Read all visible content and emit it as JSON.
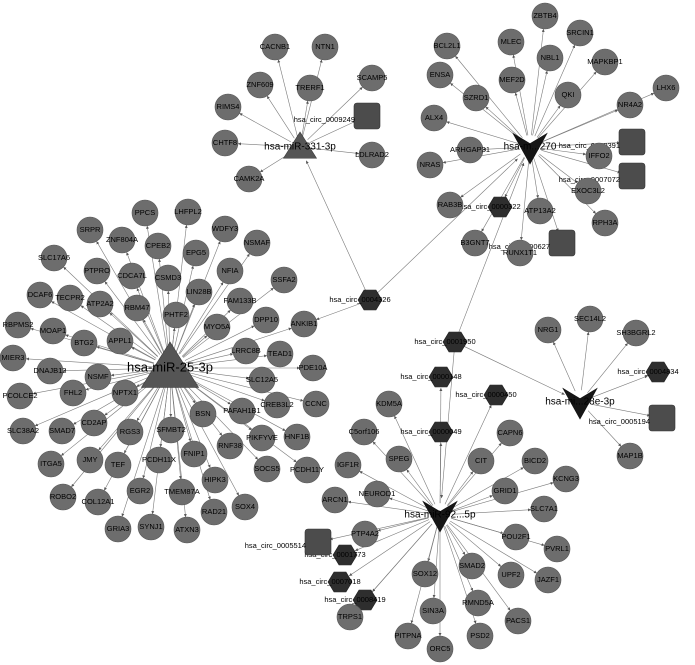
{
  "diagram": {
    "title": "",
    "colors": {
      "gene": "#6d6d6d",
      "circrna": "#2e2e2e",
      "circrna_box": "#4c4c4c",
      "mirna_large": "#555555",
      "mirna": "#161616",
      "edge": "#7a7a7a",
      "label": "#000000"
    },
    "nodes": [
      {
        "id": "mir25",
        "label": "hsa-miR-25-3p",
        "shape": "tri"
      },
      {
        "id": "mir331",
        "label": "hsa-miR-331-3p",
        "shape": "tri"
      },
      {
        "id": "mir270",
        "label": "hsa-m...270",
        "shape": "vee"
      },
      {
        "id": "mir92",
        "label": "hsa-miR-92...5p",
        "shape": "vee"
      },
      {
        "id": "mir28",
        "label": "hsa-mi...28e-3p",
        "shape": "vee"
      },
      {
        "id": "c4326",
        "label": "hsa_circ_0004326",
        "shape": "hex"
      },
      {
        "id": "c1950",
        "label": "hsa_circ_0001950",
        "shape": "hex"
      },
      {
        "id": "c0322",
        "label": "hsa_circ_0000322",
        "shape": "hex"
      },
      {
        "id": "c0148",
        "label": "hsa_circ_0000148",
        "shape": "hex"
      },
      {
        "id": "c0450",
        "label": "hsa_circ_0000450",
        "shape": "hex"
      },
      {
        "id": "c0049",
        "label": "hsa_circ_0000049",
        "shape": "hex"
      },
      {
        "id": "c1773",
        "label": "hsa_circ_0001773",
        "shape": "hex"
      },
      {
        "id": "c7018",
        "label": "hsa_circ_0007018",
        "shape": "hex"
      },
      {
        "id": "c8419",
        "label": "hsa_circ_0008419",
        "shape": "hex"
      },
      {
        "id": "c4834",
        "label": "hsa_circ_0004834",
        "shape": "hex"
      },
      {
        "id": "c9249",
        "label": "hsa_circ_0009249",
        "shape": "square"
      },
      {
        "id": "c0391",
        "label": "hsa_circ_0000391",
        "shape": "square"
      },
      {
        "id": "c7072",
        "label": "hsa_circ_0007072",
        "shape": "square"
      },
      {
        "id": "c0627",
        "label": "hsa_circ_0000627",
        "shape": "square"
      },
      {
        "id": "c5514",
        "label": "hsa_circ_0005514",
        "shape": "square"
      },
      {
        "id": "c5194",
        "label": "hsa_circ_0005194",
        "shape": "square"
      },
      {
        "id": "CACNB1",
        "label": "CACNB1"
      },
      {
        "id": "NTN1",
        "label": "NTN1"
      },
      {
        "id": "ZNF609",
        "label": "ZNF609"
      },
      {
        "id": "SCAMP5",
        "label": "SCAMP5"
      },
      {
        "id": "TRERF1",
        "label": "TRERF1"
      },
      {
        "id": "RIMS4",
        "label": "RIMS4"
      },
      {
        "id": "CHTF8",
        "label": "CHTF8"
      },
      {
        "id": "LDLRAD2",
        "label": "LDLRAD2"
      },
      {
        "id": "CAMK2A",
        "label": "CAMK2A"
      },
      {
        "id": "ZBTB4",
        "label": "ZBTB4"
      },
      {
        "id": "BCL2L1",
        "label": "BCL2L1"
      },
      {
        "id": "MLEC",
        "label": "MLEC"
      },
      {
        "id": "SRCIN1",
        "label": "SRCIN1"
      },
      {
        "id": "NBL1",
        "label": "NBL1"
      },
      {
        "id": "ENSA",
        "label": "ENSA"
      },
      {
        "id": "MEF2D",
        "label": "MEF2D"
      },
      {
        "id": "MAPKBP1",
        "label": "MAPKBP1"
      },
      {
        "id": "SZRD1",
        "label": "SZRD1"
      },
      {
        "id": "QKI",
        "label": "QKI"
      },
      {
        "id": "LHX6",
        "label": "LHX6"
      },
      {
        "id": "NR4A2",
        "label": "NR4A2"
      },
      {
        "id": "ALX4",
        "label": "ALX4"
      },
      {
        "id": "ARHGAP31",
        "label": "ARHGAP31"
      },
      {
        "id": "IFFO2",
        "label": "IFFO2"
      },
      {
        "id": "NRAS",
        "label": "NRAS"
      },
      {
        "id": "EXOC3L2",
        "label": "EXOC3L2"
      },
      {
        "id": "RAB3B",
        "label": "RAB3B"
      },
      {
        "id": "ATP13A2",
        "label": "ATP13A2"
      },
      {
        "id": "RPH3A",
        "label": "RPH3A"
      },
      {
        "id": "B3GNT7",
        "label": "B3GNT7"
      },
      {
        "id": "RUNX1T1",
        "label": "RUNX1T1"
      },
      {
        "id": "PPCS",
        "label": "PPCS"
      },
      {
        "id": "LHFPL2",
        "label": "LHFPL2"
      },
      {
        "id": "SRPR",
        "label": "SRPR"
      },
      {
        "id": "ZNF804A",
        "label": "ZNF804A"
      },
      {
        "id": "CPEB2",
        "label": "CPEB2"
      },
      {
        "id": "WDFY3",
        "label": "WDFY3"
      },
      {
        "id": "EPG5",
        "label": "EPG5"
      },
      {
        "id": "NSMAF",
        "label": "NSMAF"
      },
      {
        "id": "SLC17A6",
        "label": "SLC17A6"
      },
      {
        "id": "PTPRO",
        "label": "PTPRO"
      },
      {
        "id": "CDCA7L",
        "label": "CDCA7L"
      },
      {
        "id": "CSMD3",
        "label": "CSMD3"
      },
      {
        "id": "NFIA",
        "label": "NFIA"
      },
      {
        "id": "LIN28B",
        "label": "LIN28B"
      },
      {
        "id": "SSFA2",
        "label": "SSFA2"
      },
      {
        "id": "DCAF6",
        "label": "DCAF6"
      },
      {
        "id": "TECPR2",
        "label": "TECPR2"
      },
      {
        "id": "ATP2A2",
        "label": "ATP2A2"
      },
      {
        "id": "RBM47",
        "label": "RBM47"
      },
      {
        "id": "FAM133B",
        "label": "FAM133B"
      },
      {
        "id": "RBPMS2",
        "label": "RBPMS2"
      },
      {
        "id": "MOAP1",
        "label": "MOAP1"
      },
      {
        "id": "PHTF2",
        "label": "PHTF2"
      },
      {
        "id": "MYO5A",
        "label": "MYO5A"
      },
      {
        "id": "DPP10",
        "label": "DPP10"
      },
      {
        "id": "ANKIB1",
        "label": "ANKIB1"
      },
      {
        "id": "BTG2",
        "label": "BTG2"
      },
      {
        "id": "APPL1",
        "label": "APPL1"
      },
      {
        "id": "LRRC8B",
        "label": "LRRC8B"
      },
      {
        "id": "TEAD1",
        "label": "TEAD1"
      },
      {
        "id": "MIER3",
        "label": "MIER3"
      },
      {
        "id": "DNAJB12",
        "label": "DNAJB12"
      },
      {
        "id": "NSMF",
        "label": "NSMF"
      },
      {
        "id": "PDE10A",
        "label": "PDE10A"
      },
      {
        "id": "FHL2",
        "label": "FHL2"
      },
      {
        "id": "SLC12A5",
        "label": "SLC12A5"
      },
      {
        "id": "PCOLCE2",
        "label": "PCOLCE2"
      },
      {
        "id": "NPTX1",
        "label": "NPTX1"
      },
      {
        "id": "PAFAH1B1",
        "label": "PAFAH1B1"
      },
      {
        "id": "CREB3L2",
        "label": "CREB3L2"
      },
      {
        "id": "CCNC",
        "label": "CCNC"
      },
      {
        "id": "SLC38A2",
        "label": "SLC38A2"
      },
      {
        "id": "SMAD7",
        "label": "SMAD7"
      },
      {
        "id": "CD2AP",
        "label": "CD2AP"
      },
      {
        "id": "SFMBT2",
        "label": "SFMBT2"
      },
      {
        "id": "BSN",
        "label": "BSN"
      },
      {
        "id": "HNF1B",
        "label": "HNF1B"
      },
      {
        "id": "RGS3",
        "label": "RGS3"
      },
      {
        "id": "ITGA5",
        "label": "ITGA5"
      },
      {
        "id": "JMY",
        "label": "JMY"
      },
      {
        "id": "PIKFYVE",
        "label": "PIKFYVE"
      },
      {
        "id": "RNF38",
        "label": "RNF38"
      },
      {
        "id": "FNIP1",
        "label": "FNIP1"
      },
      {
        "id": "TEF",
        "label": "TEF"
      },
      {
        "id": "PCDH11X",
        "label": "PCDH11X"
      },
      {
        "id": "PCDH11Y",
        "label": "PCDH11Y"
      },
      {
        "id": "ROBO2",
        "label": "ROBO2"
      },
      {
        "id": "COL12A1",
        "label": "COL12A1"
      },
      {
        "id": "EGR2",
        "label": "EGR2"
      },
      {
        "id": "SOCS5",
        "label": "SOCS5"
      },
      {
        "id": "HIPK3",
        "label": "HIPK3"
      },
      {
        "id": "TMEM87A",
        "label": "TMEM87A"
      },
      {
        "id": "SOX4",
        "label": "SOX4"
      },
      {
        "id": "RAD21",
        "label": "RAD21"
      },
      {
        "id": "GRIA3",
        "label": "GRIA3"
      },
      {
        "id": "SYNJ1",
        "label": "SYNJ1"
      },
      {
        "id": "ATXN3",
        "label": "ATXN3"
      },
      {
        "id": "KDM5A",
        "label": "KDM5A"
      },
      {
        "id": "C5orf106",
        "label": "C5orf106"
      },
      {
        "id": "CAPN6",
        "label": "CAPN6"
      },
      {
        "id": "IGF1R",
        "label": "IGF1R"
      },
      {
        "id": "SPEG",
        "label": "SPEG"
      },
      {
        "id": "CIT",
        "label": "CIT"
      },
      {
        "id": "BICD2",
        "label": "BICD2"
      },
      {
        "id": "KCNG3",
        "label": "KCNG3"
      },
      {
        "id": "ARCN1",
        "label": "ARCN1"
      },
      {
        "id": "NEUROD1",
        "label": "NEUROD1"
      },
      {
        "id": "GRID1",
        "label": "GRID1"
      },
      {
        "id": "SLC7A1",
        "label": "SLC7A1"
      },
      {
        "id": "PTP4A2",
        "label": "PTP4A2"
      },
      {
        "id": "POU2F1",
        "label": "POU2F1"
      },
      {
        "id": "PVRL1",
        "label": "PVRL1"
      },
      {
        "id": "SOX12",
        "label": "SOX12"
      },
      {
        "id": "SMAD2",
        "label": "SMAD2"
      },
      {
        "id": "UPF2",
        "label": "UPF2"
      },
      {
        "id": "JAZF1",
        "label": "JAZF1"
      },
      {
        "id": "TRPS1",
        "label": "TRPS1"
      },
      {
        "id": "SIN3A",
        "label": "SIN3A"
      },
      {
        "id": "RMND5A",
        "label": "RMND5A"
      },
      {
        "id": "PACS1",
        "label": "PACS1"
      },
      {
        "id": "PITPNA",
        "label": "PITPNA"
      },
      {
        "id": "PSD2",
        "label": "PSD2"
      },
      {
        "id": "ORC5",
        "label": "ORC5"
      },
      {
        "id": "NRG1",
        "label": "NRG1"
      },
      {
        "id": "SEC14L2",
        "label": "SEC14L2"
      },
      {
        "id": "SH3BGRL2",
        "label": "SH3BGRL2"
      },
      {
        "id": "MAP1B",
        "label": "MAP1B"
      }
    ],
    "edges": [
      [
        "mir331",
        "CACNB1"
      ],
      [
        "mir331",
        "NTN1"
      ],
      [
        "mir331",
        "ZNF609"
      ],
      [
        "mir331",
        "SCAMP5"
      ],
      [
        "mir331",
        "TRERF1"
      ],
      [
        "mir331",
        "RIMS4"
      ],
      [
        "mir331",
        "CHTF8"
      ],
      [
        "mir331",
        "LDLRAD2"
      ],
      [
        "mir331",
        "CAMK2A"
      ],
      [
        "mir331",
        "c9249"
      ],
      [
        "c4326",
        "mir331"
      ],
      [
        "mir270",
        "ZBTB4"
      ],
      [
        "mir270",
        "BCL2L1"
      ],
      [
        "mir270",
        "MLEC"
      ],
      [
        "mir270",
        "SRCIN1"
      ],
      [
        "mir270",
        "NBL1"
      ],
      [
        "mir270",
        "ENSA"
      ],
      [
        "mir270",
        "MEF2D"
      ],
      [
        "mir270",
        "MAPKBP1"
      ],
      [
        "mir270",
        "SZRD1"
      ],
      [
        "mir270",
        "QKI"
      ],
      [
        "mir270",
        "LHX6"
      ],
      [
        "mir270",
        "NR4A2"
      ],
      [
        "mir270",
        "ALX4"
      ],
      [
        "mir270",
        "ARHGAP31"
      ],
      [
        "mir270",
        "IFFO2"
      ],
      [
        "mir270",
        "NRAS"
      ],
      [
        "mir270",
        "EXOC3L2"
      ],
      [
        "mir270",
        "RAB3B"
      ],
      [
        "mir270",
        "ATP13A2"
      ],
      [
        "mir270",
        "RPH3A"
      ],
      [
        "mir270",
        "B3GNT7"
      ],
      [
        "mir270",
        "RUNX1T1"
      ],
      [
        "mir270",
        "c0391"
      ],
      [
        "mir270",
        "c7072"
      ],
      [
        "mir270",
        "c0627"
      ],
      [
        "mir270",
        "c0322"
      ],
      [
        "c4326",
        "mir270"
      ],
      [
        "c1950",
        "mir270"
      ],
      [
        "mir25",
        "PPCS"
      ],
      [
        "mir25",
        "LHFPL2"
      ],
      [
        "mir25",
        "SRPR"
      ],
      [
        "mir25",
        "ZNF804A"
      ],
      [
        "mir25",
        "CPEB2"
      ],
      [
        "mir25",
        "WDFY3"
      ],
      [
        "mir25",
        "EPG5"
      ],
      [
        "mir25",
        "NSMAF"
      ],
      [
        "mir25",
        "SLC17A6"
      ],
      [
        "mir25",
        "PTPRO"
      ],
      [
        "mir25",
        "CDCA7L"
      ],
      [
        "mir25",
        "CSMD3"
      ],
      [
        "mir25",
        "NFIA"
      ],
      [
        "mir25",
        "LIN28B"
      ],
      [
        "mir25",
        "SSFA2"
      ],
      [
        "mir25",
        "DCAF6"
      ],
      [
        "mir25",
        "TECPR2"
      ],
      [
        "mir25",
        "ATP2A2"
      ],
      [
        "mir25",
        "RBM47"
      ],
      [
        "mir25",
        "FAM133B"
      ],
      [
        "mir25",
        "RBPMS2"
      ],
      [
        "mir25",
        "MOAP1"
      ],
      [
        "mir25",
        "PHTF2"
      ],
      [
        "mir25",
        "MYO5A"
      ],
      [
        "mir25",
        "DPP10"
      ],
      [
        "mir25",
        "ANKIB1"
      ],
      [
        "mir25",
        "BTG2"
      ],
      [
        "mir25",
        "APPL1"
      ],
      [
        "mir25",
        "LRRC8B"
      ],
      [
        "mir25",
        "TEAD1"
      ],
      [
        "mir25",
        "MIER3"
      ],
      [
        "mir25",
        "DNAJB12"
      ],
      [
        "mir25",
        "NSMF"
      ],
      [
        "mir25",
        "PDE10A"
      ],
      [
        "mir25",
        "FHL2"
      ],
      [
        "mir25",
        "SLC12A5"
      ],
      [
        "mir25",
        "PCOLCE2"
      ],
      [
        "mir25",
        "NPTX1"
      ],
      [
        "mir25",
        "PAFAH1B1"
      ],
      [
        "mir25",
        "CREB3L2"
      ],
      [
        "mir25",
        "CCNC"
      ],
      [
        "mir25",
        "SLC38A2"
      ],
      [
        "mir25",
        "SMAD7"
      ],
      [
        "mir25",
        "CD2AP"
      ],
      [
        "mir25",
        "SFMBT2"
      ],
      [
        "mir25",
        "BSN"
      ],
      [
        "mir25",
        "HNF1B"
      ],
      [
        "mir25",
        "RGS3"
      ],
      [
        "mir25",
        "ITGA5"
      ],
      [
        "mir25",
        "JMY"
      ],
      [
        "mir25",
        "PIKFYVE"
      ],
      [
        "mir25",
        "RNF38"
      ],
      [
        "mir25",
        "FNIP1"
      ],
      [
        "mir25",
        "TEF"
      ],
      [
        "mir25",
        "PCDH11X"
      ],
      [
        "mir25",
        "PCDH11Y"
      ],
      [
        "mir25",
        "ROBO2"
      ],
      [
        "mir25",
        "COL12A1"
      ],
      [
        "mir25",
        "EGR2"
      ],
      [
        "mir25",
        "SOCS5"
      ],
      [
        "mir25",
        "HIPK3"
      ],
      [
        "mir25",
        "TMEM87A"
      ],
      [
        "mir25",
        "SOX4"
      ],
      [
        "mir25",
        "RAD21"
      ],
      [
        "mir25",
        "GRIA3"
      ],
      [
        "mir25",
        "SYNJ1"
      ],
      [
        "mir25",
        "ATXN3"
      ],
      [
        "c4326",
        "ANKIB1"
      ],
      [
        "mir92",
        "KDM5A"
      ],
      [
        "mir92",
        "C5orf106"
      ],
      [
        "mir92",
        "CAPN6"
      ],
      [
        "mir92",
        "IGF1R"
      ],
      [
        "mir92",
        "SPEG"
      ],
      [
        "mir92",
        "CIT"
      ],
      [
        "mir92",
        "BICD2"
      ],
      [
        "mir92",
        "KCNG3"
      ],
      [
        "mir92",
        "ARCN1"
      ],
      [
        "mir92",
        "NEUROD1"
      ],
      [
        "mir92",
        "GRID1"
      ],
      [
        "mir92",
        "SLC7A1"
      ],
      [
        "mir92",
        "PTP4A2"
      ],
      [
        "mir92",
        "POU2F1"
      ],
      [
        "mir92",
        "PVRL1"
      ],
      [
        "mir92",
        "SOX12"
      ],
      [
        "mir92",
        "SMAD2"
      ],
      [
        "mir92",
        "UPF2"
      ],
      [
        "mir92",
        "JAZF1"
      ],
      [
        "mir92",
        "TRPS1"
      ],
      [
        "mir92",
        "SIN3A"
      ],
      [
        "mir92",
        "RMND5A"
      ],
      [
        "mir92",
        "PACS1"
      ],
      [
        "mir92",
        "PITPNA"
      ],
      [
        "mir92",
        "PSD2"
      ],
      [
        "mir92",
        "ORC5"
      ],
      [
        "mir92",
        "c5514"
      ],
      [
        "mir92",
        "c1773"
      ],
      [
        "mir92",
        "c7018"
      ],
      [
        "mir92",
        "c8419"
      ],
      [
        "mir92",
        "c0148"
      ],
      [
        "mir92",
        "c0450"
      ],
      [
        "mir92",
        "c0049"
      ],
      [
        "c1950",
        "mir92"
      ],
      [
        "mir28",
        "NRG1"
      ],
      [
        "mir28",
        "SEC14L2"
      ],
      [
        "mir28",
        "SH3BGRL2"
      ],
      [
        "mir28",
        "MAP1B"
      ],
      [
        "mir28",
        "c4834"
      ],
      [
        "mir28",
        "c5194"
      ],
      [
        "c1950",
        "mir28"
      ]
    ]
  }
}
